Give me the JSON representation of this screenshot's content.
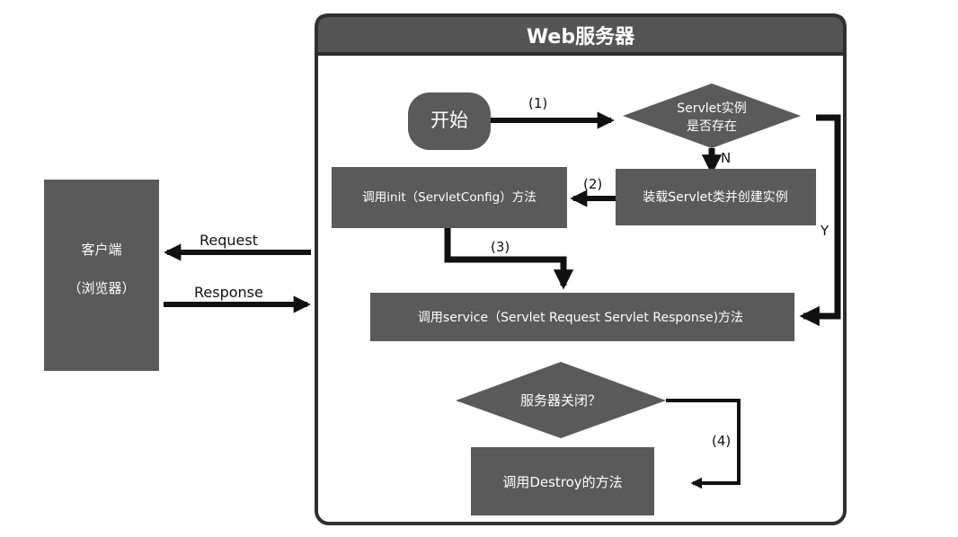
{
  "server": {
    "title": "Web服务器"
  },
  "client": {
    "line1": "客户端",
    "line2": "（浏览器）"
  },
  "http": {
    "request": "Request",
    "response": "Response"
  },
  "nodes": {
    "start": "开始",
    "servlet_exists_line1": "Servlet实例",
    "servlet_exists_line2": "是否存在",
    "load_servlet": "装载Servlet类并创建实例",
    "call_init": "调用init（ServletConfig）方法",
    "call_service": "调用service（Servlet Request Servlet Response)方法",
    "server_closed": "服务器关闭？",
    "call_destroy": "调用Destroy的方法"
  },
  "edge_labels": {
    "step1": "(1)",
    "step2": "(2)",
    "step3": "(3)",
    "step4": "(4)",
    "no": "N",
    "yes": "Y"
  },
  "colors": {
    "node_fill": "#5a5a5a",
    "header_fill": "#555555",
    "arrow": "#111111",
    "border": "#2f2f2f"
  }
}
